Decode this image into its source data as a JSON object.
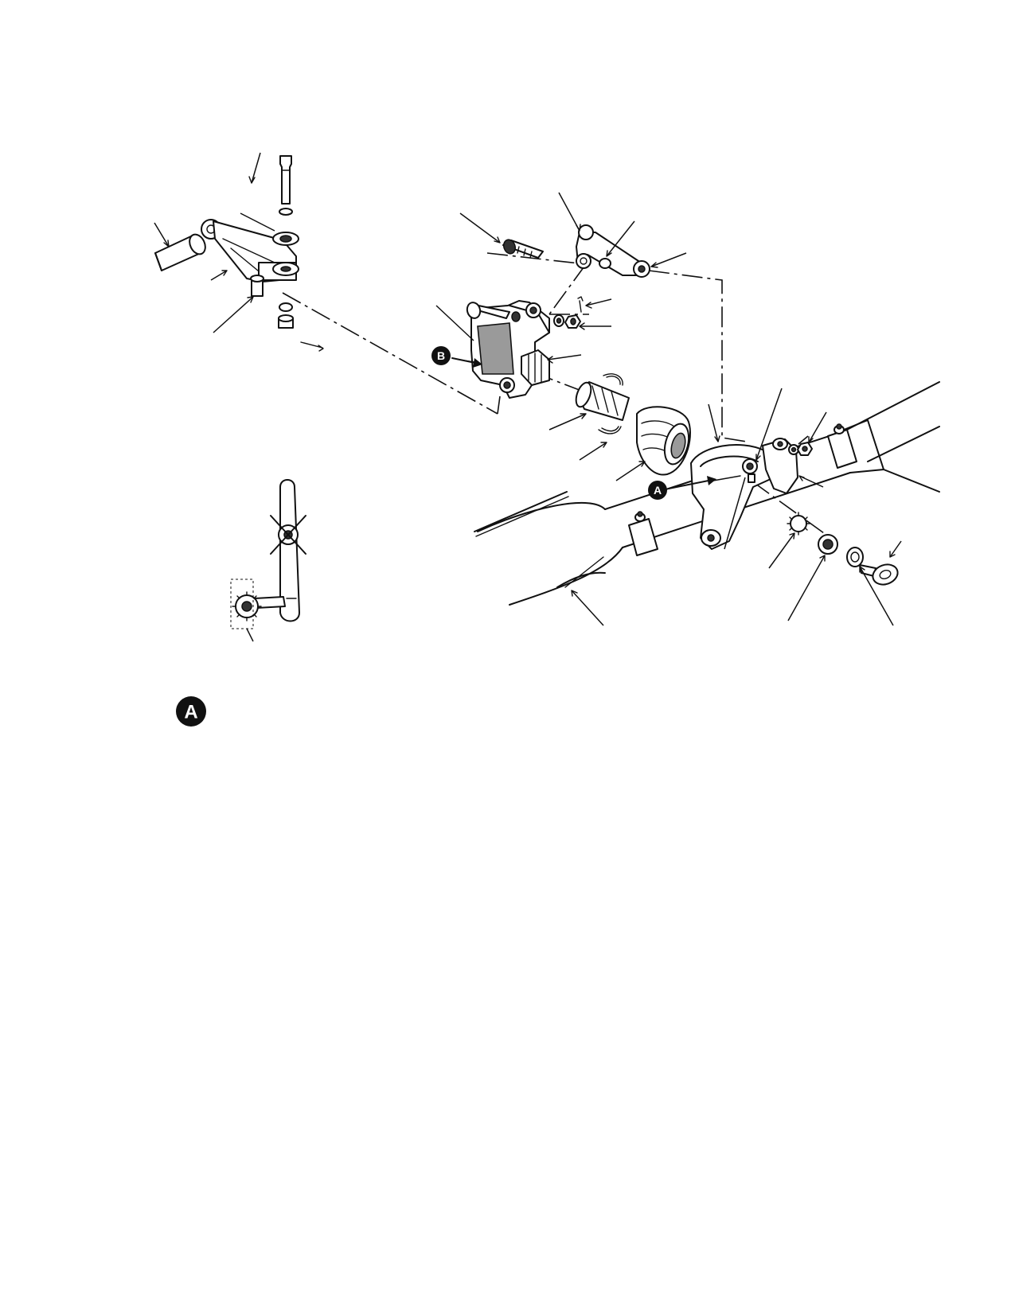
{
  "callouts": {
    "a_label": "A",
    "b_label": "B"
  },
  "legend": {
    "a_label": "A"
  },
  "colors": {
    "ink": "#111111",
    "badge_fill": "#111111",
    "badge_text": "#ffffff",
    "shading": "#9a9a9a"
  }
}
